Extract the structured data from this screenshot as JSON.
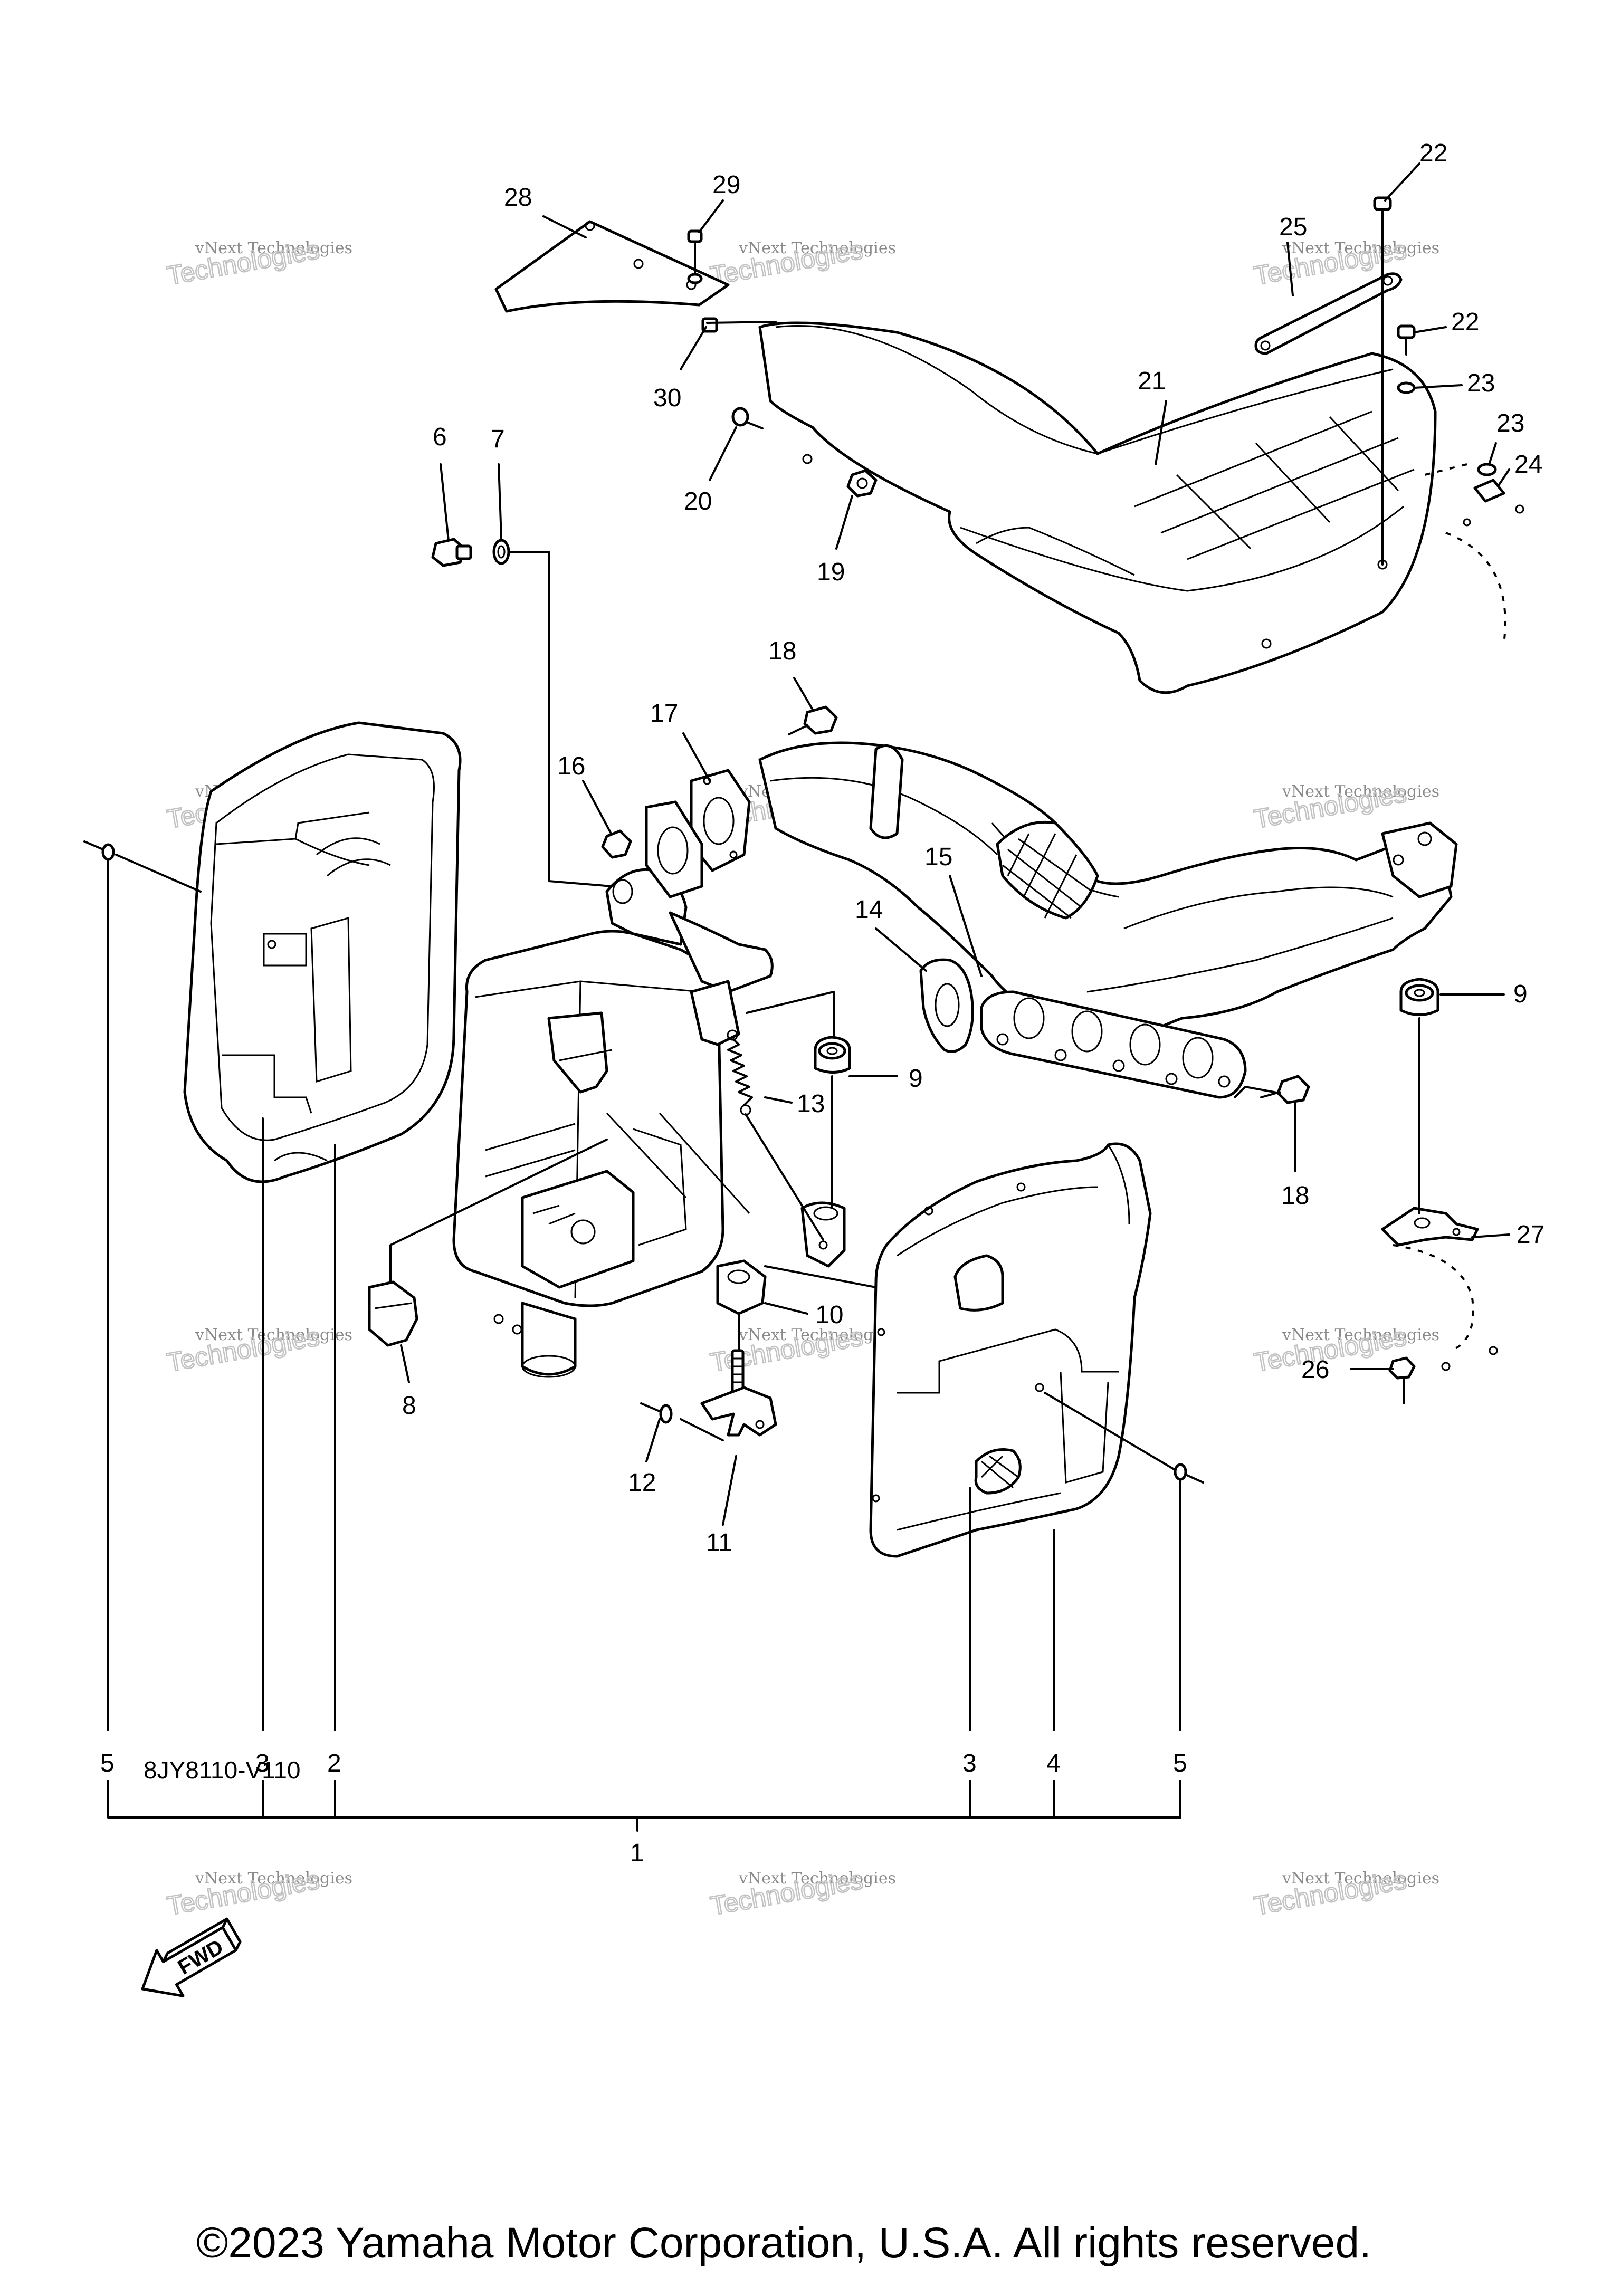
{
  "diagram_code": "8JY8110-V110",
  "copyright": "©2023 Yamaha Motor Corporation, U.S.A. All rights reserved.",
  "fwd_label": "FWD",
  "watermark": {
    "line1": "vNext Technologies",
    "line2": "Technologies"
  },
  "callouts": {
    "c1": "1",
    "c2": "2",
    "c3": "3",
    "c4": "4",
    "c5": "5",
    "c6": "6",
    "c7": "7",
    "c8": "8",
    "c9": "9",
    "c10": "10",
    "c11": "11",
    "c12": "12",
    "c13": "13",
    "c14": "14",
    "c15": "15",
    "c16": "16",
    "c17": "17",
    "c18": "18",
    "c19": "19",
    "c20": "20",
    "c21": "21",
    "c22": "22",
    "c23": "23",
    "c24": "24",
    "c25": "25",
    "c26": "26",
    "c27": "27",
    "c28": "28",
    "c29": "29",
    "c30": "30"
  }
}
